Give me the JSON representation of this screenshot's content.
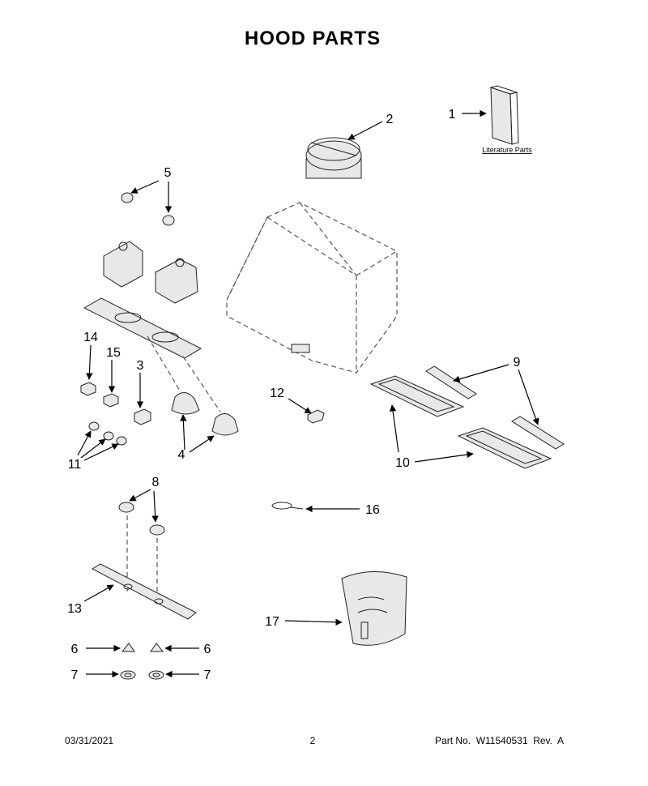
{
  "title": "HOOD PARTS",
  "literature_label": "Literature Parts",
  "callouts": {
    "c1": "1",
    "c2": "2",
    "c3": "3",
    "c4": "4",
    "c5": "5",
    "c6a": "6",
    "c6b": "6",
    "c7a": "7",
    "c7b": "7",
    "c8": "8",
    "c9": "9",
    "c10": "10",
    "c11": "11",
    "c12": "12",
    "c13": "13",
    "c14": "14",
    "c15": "15",
    "c16": "16",
    "c17": "17"
  },
  "footer": {
    "date": "03/31/2021",
    "page": "2",
    "part_no": "Part No.  W11540531  Rev.  A"
  }
}
